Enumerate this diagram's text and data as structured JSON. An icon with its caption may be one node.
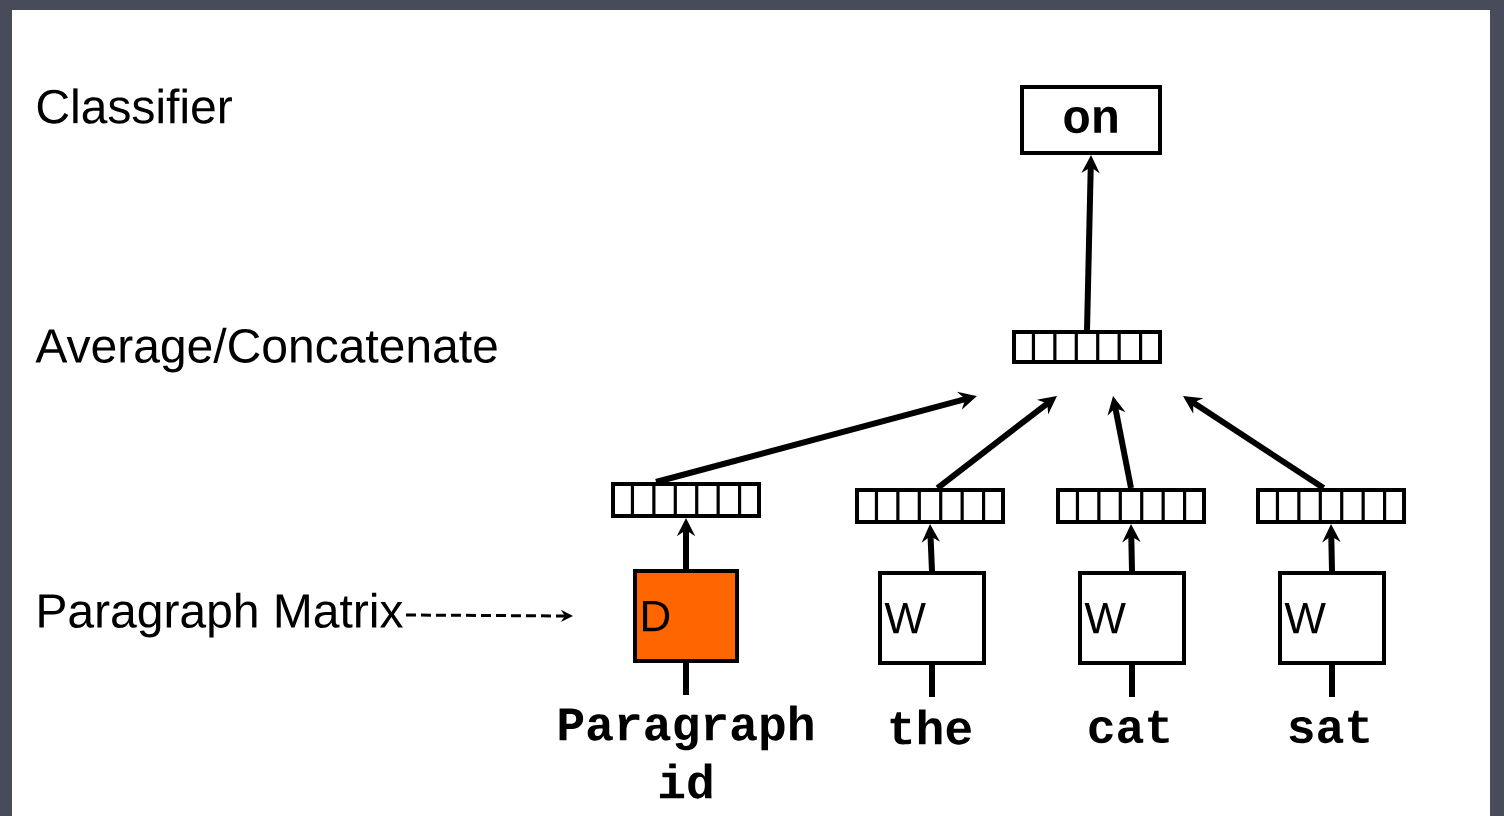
{
  "diagram": {
    "nodes": [
      {
        "text": [
          "on"
        ]
      },
      {
        "text": [],
        "shape": "bar"
      },
      {
        "text": [
          "D"
        ]
      },
      {
        "text": [
          "W"
        ]
      },
      {
        "text": [
          "W"
        ]
      },
      {
        "text": [
          "W"
        ]
      },
      {
        "text": [],
        "shape": "bar"
      },
      {
        "text": [],
        "shape": "bar"
      },
      {
        "text": [],
        "shape": "bar"
      },
      {
        "text": [],
        "shape": "bar"
      },
      {
        "text": [
          "Paragraph Matrix"
        ]
      },
      {
        "text": [
          "Paragraph id"
        ]
      },
      {
        "text": [
          "the"
        ]
      },
      {
        "text": [
          "cat"
        ]
      },
      {
        "text": [
          "sat"
        ]
      }
    ],
    "edges": [
      {
        "from": 1,
        "to": 0,
        "arrow": "to"
      },
      {
        "from": 6,
        "to": 1,
        "arrow": "to"
      },
      {
        "from": 7,
        "to": 1,
        "arrow": "to"
      },
      {
        "from": 8,
        "to": 1,
        "arrow": "to"
      },
      {
        "from": 9,
        "to": 1,
        "arrow": "to"
      },
      {
        "from": 2,
        "to": 6,
        "arrow": "to"
      },
      {
        "from": 3,
        "to": 7,
        "arrow": "to"
      },
      {
        "from": 4,
        "to": 8,
        "arrow": "to"
      },
      {
        "from": 5,
        "to": 9,
        "arrow": "to"
      },
      {
        "from": 10,
        "to": 2,
        "arrow": "to",
        "style": "dashed"
      },
      {
        "from": 11,
        "to": 2,
        "arrow": "none"
      },
      {
        "from": 12,
        "to": 3,
        "arrow": "none"
      },
      {
        "from": 13,
        "to": 4,
        "arrow": "none"
      },
      {
        "from": 14,
        "to": 5,
        "arrow": "none"
      }
    ],
    "labels": [
      "Classifier",
      "Average/Concatenate"
    ]
  }
}
